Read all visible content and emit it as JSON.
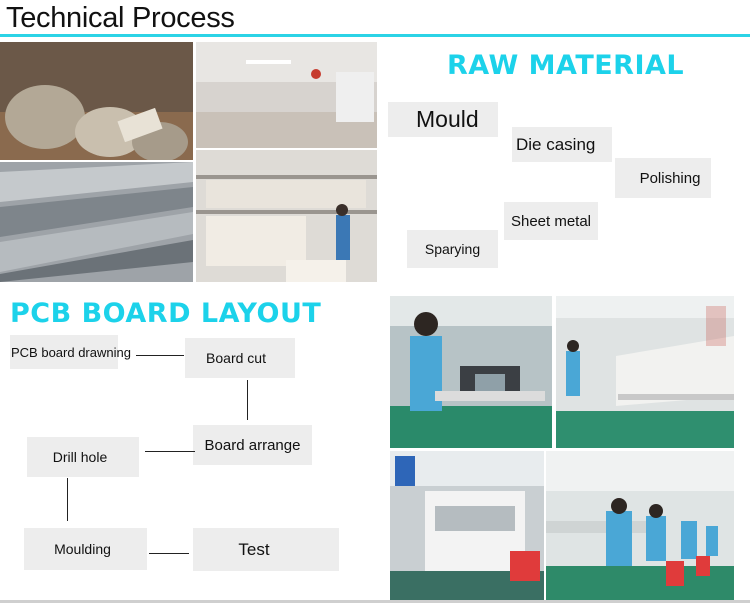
{
  "header": {
    "title": "Technical Process"
  },
  "raw_material": {
    "heading": "RAW MATERIAL",
    "steps": [
      "Mould",
      "Die casing",
      "Polishing",
      "Sheet metal",
      "Sparying"
    ]
  },
  "pcb_layout": {
    "heading": "PCB BOARD LAYOUT",
    "steps": [
      "PCB board drawning",
      "Board cut",
      "Board arrange",
      "Drill hole",
      "Moulding",
      "Test"
    ]
  },
  "colors": {
    "accent": "#1cd2ea",
    "rule": "#2bd3e6",
    "box": "#ededed"
  }
}
